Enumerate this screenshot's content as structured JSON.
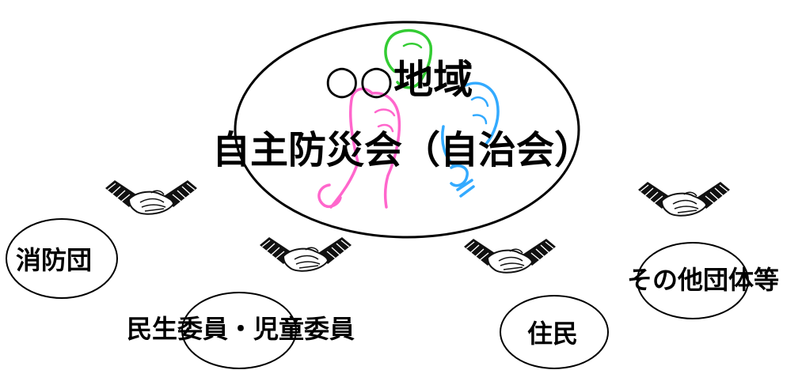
{
  "central": {
    "line1": "○○地域",
    "line2": "自主防災会（自治会）"
  },
  "partners": {
    "fire_brigade": "消防団",
    "welfare_commissioners": "民生委員・児童委員",
    "residents": "住民",
    "other_groups": "その他団体等"
  },
  "icons": [
    "handshake-icon",
    "people-icon"
  ],
  "colors": {
    "outline": "#000000",
    "figure_pink": "#ff66cc",
    "figure_green": "#33cc33",
    "figure_blue": "#33aaff",
    "background": "#ffffff"
  }
}
